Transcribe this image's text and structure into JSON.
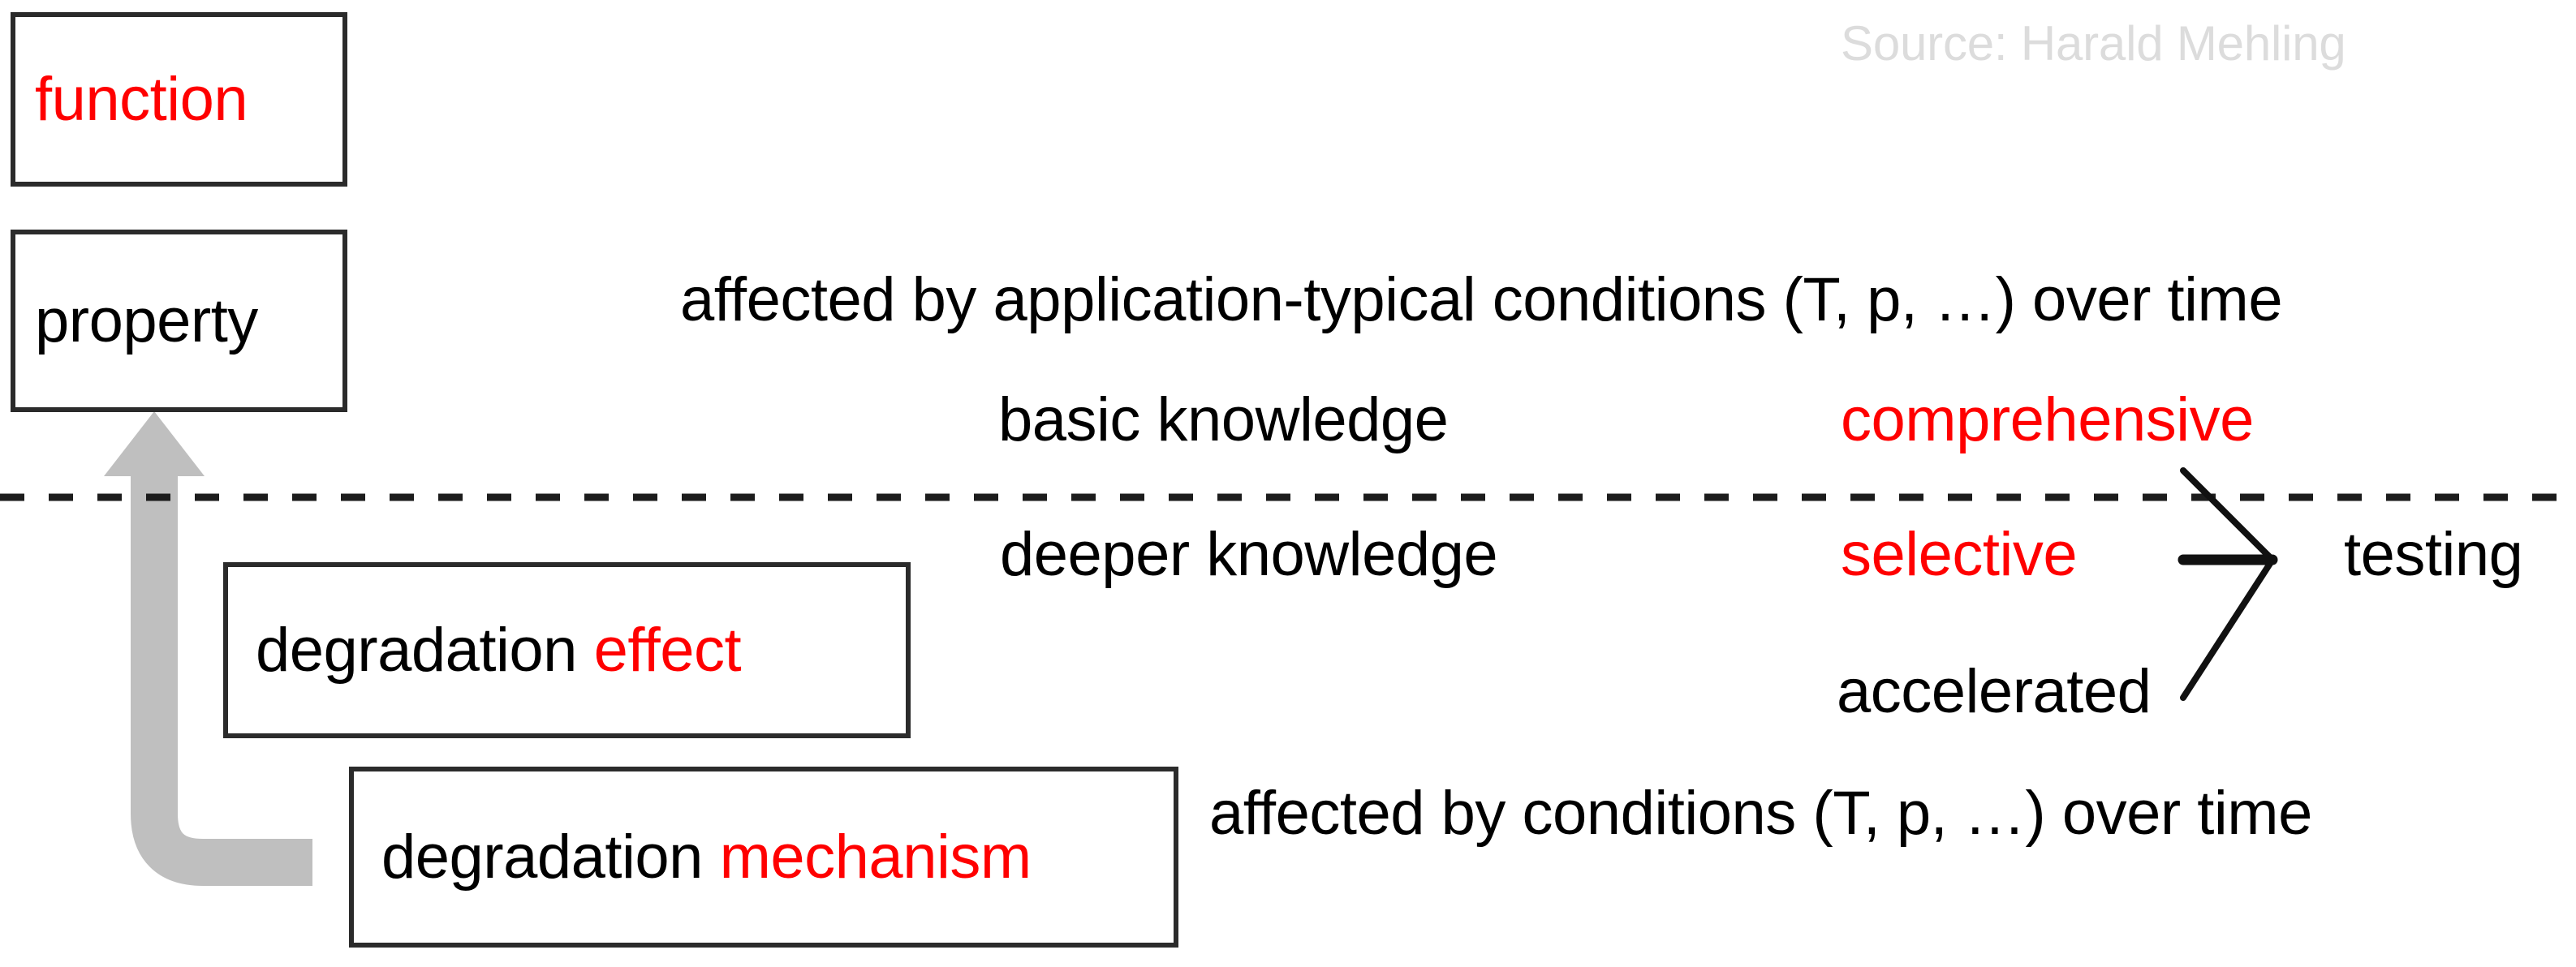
{
  "credit": {
    "text": "Source: Harald Mehling",
    "color": "#dcdcdc"
  },
  "colors": {
    "accent_red": "#ff0000",
    "text_black": "#000000",
    "box_border": "#2b2b2b",
    "arrow_gray": "#bfbfbf",
    "credit_gray": "#dcdcdc"
  },
  "boxes": {
    "function": {
      "label_black": "",
      "label_red": "function"
    },
    "property": {
      "label_black": "property",
      "label_red": ""
    },
    "degradation_effect": {
      "label_black": "degradation ",
      "label_red": "effect"
    },
    "degradation_mechanism": {
      "label_black": "degradation ",
      "label_red": "mechanism"
    }
  },
  "annotations": {
    "affected_application": "affected by application-typical  conditions (T, p, …) over  time",
    "basic_knowledge": "basic knowledge",
    "comprehensive": "comprehensive",
    "deeper_knowledge": "deeper knowledge",
    "selective": "selective",
    "testing": "testing",
    "accelerated": "accelerated",
    "affected_conditions": "affected by conditions (T, p, …) over  time"
  },
  "graphics": {
    "divider": "horizontal-dashed-line",
    "feedback_arrow": "curved-gray-arrow-up",
    "brace": "testing-brace"
  }
}
